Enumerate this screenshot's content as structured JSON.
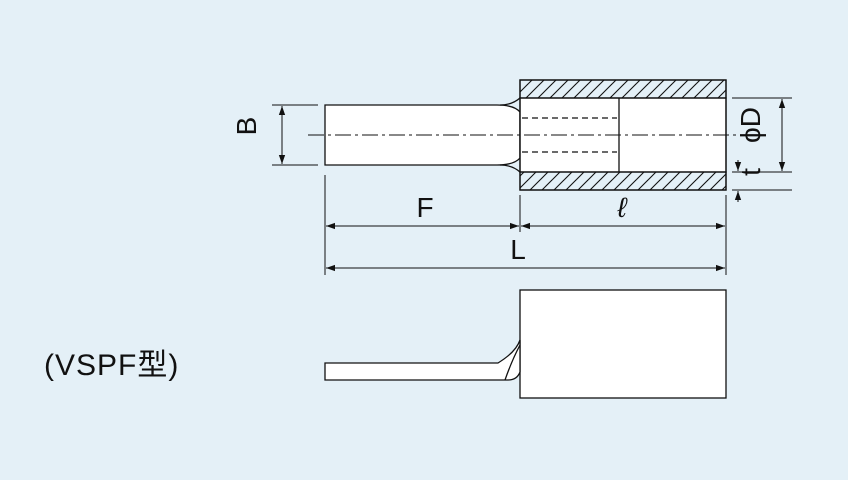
{
  "diagram": {
    "model_label": "(VSPF型)",
    "dimensions": {
      "B": "B",
      "F": "F",
      "ell": "ℓ",
      "L": "L",
      "D": "ϕD",
      "t": "t"
    },
    "colors": {
      "background": "#e4f0f7",
      "line": "#111111",
      "fill": "#ffffff"
    }
  }
}
